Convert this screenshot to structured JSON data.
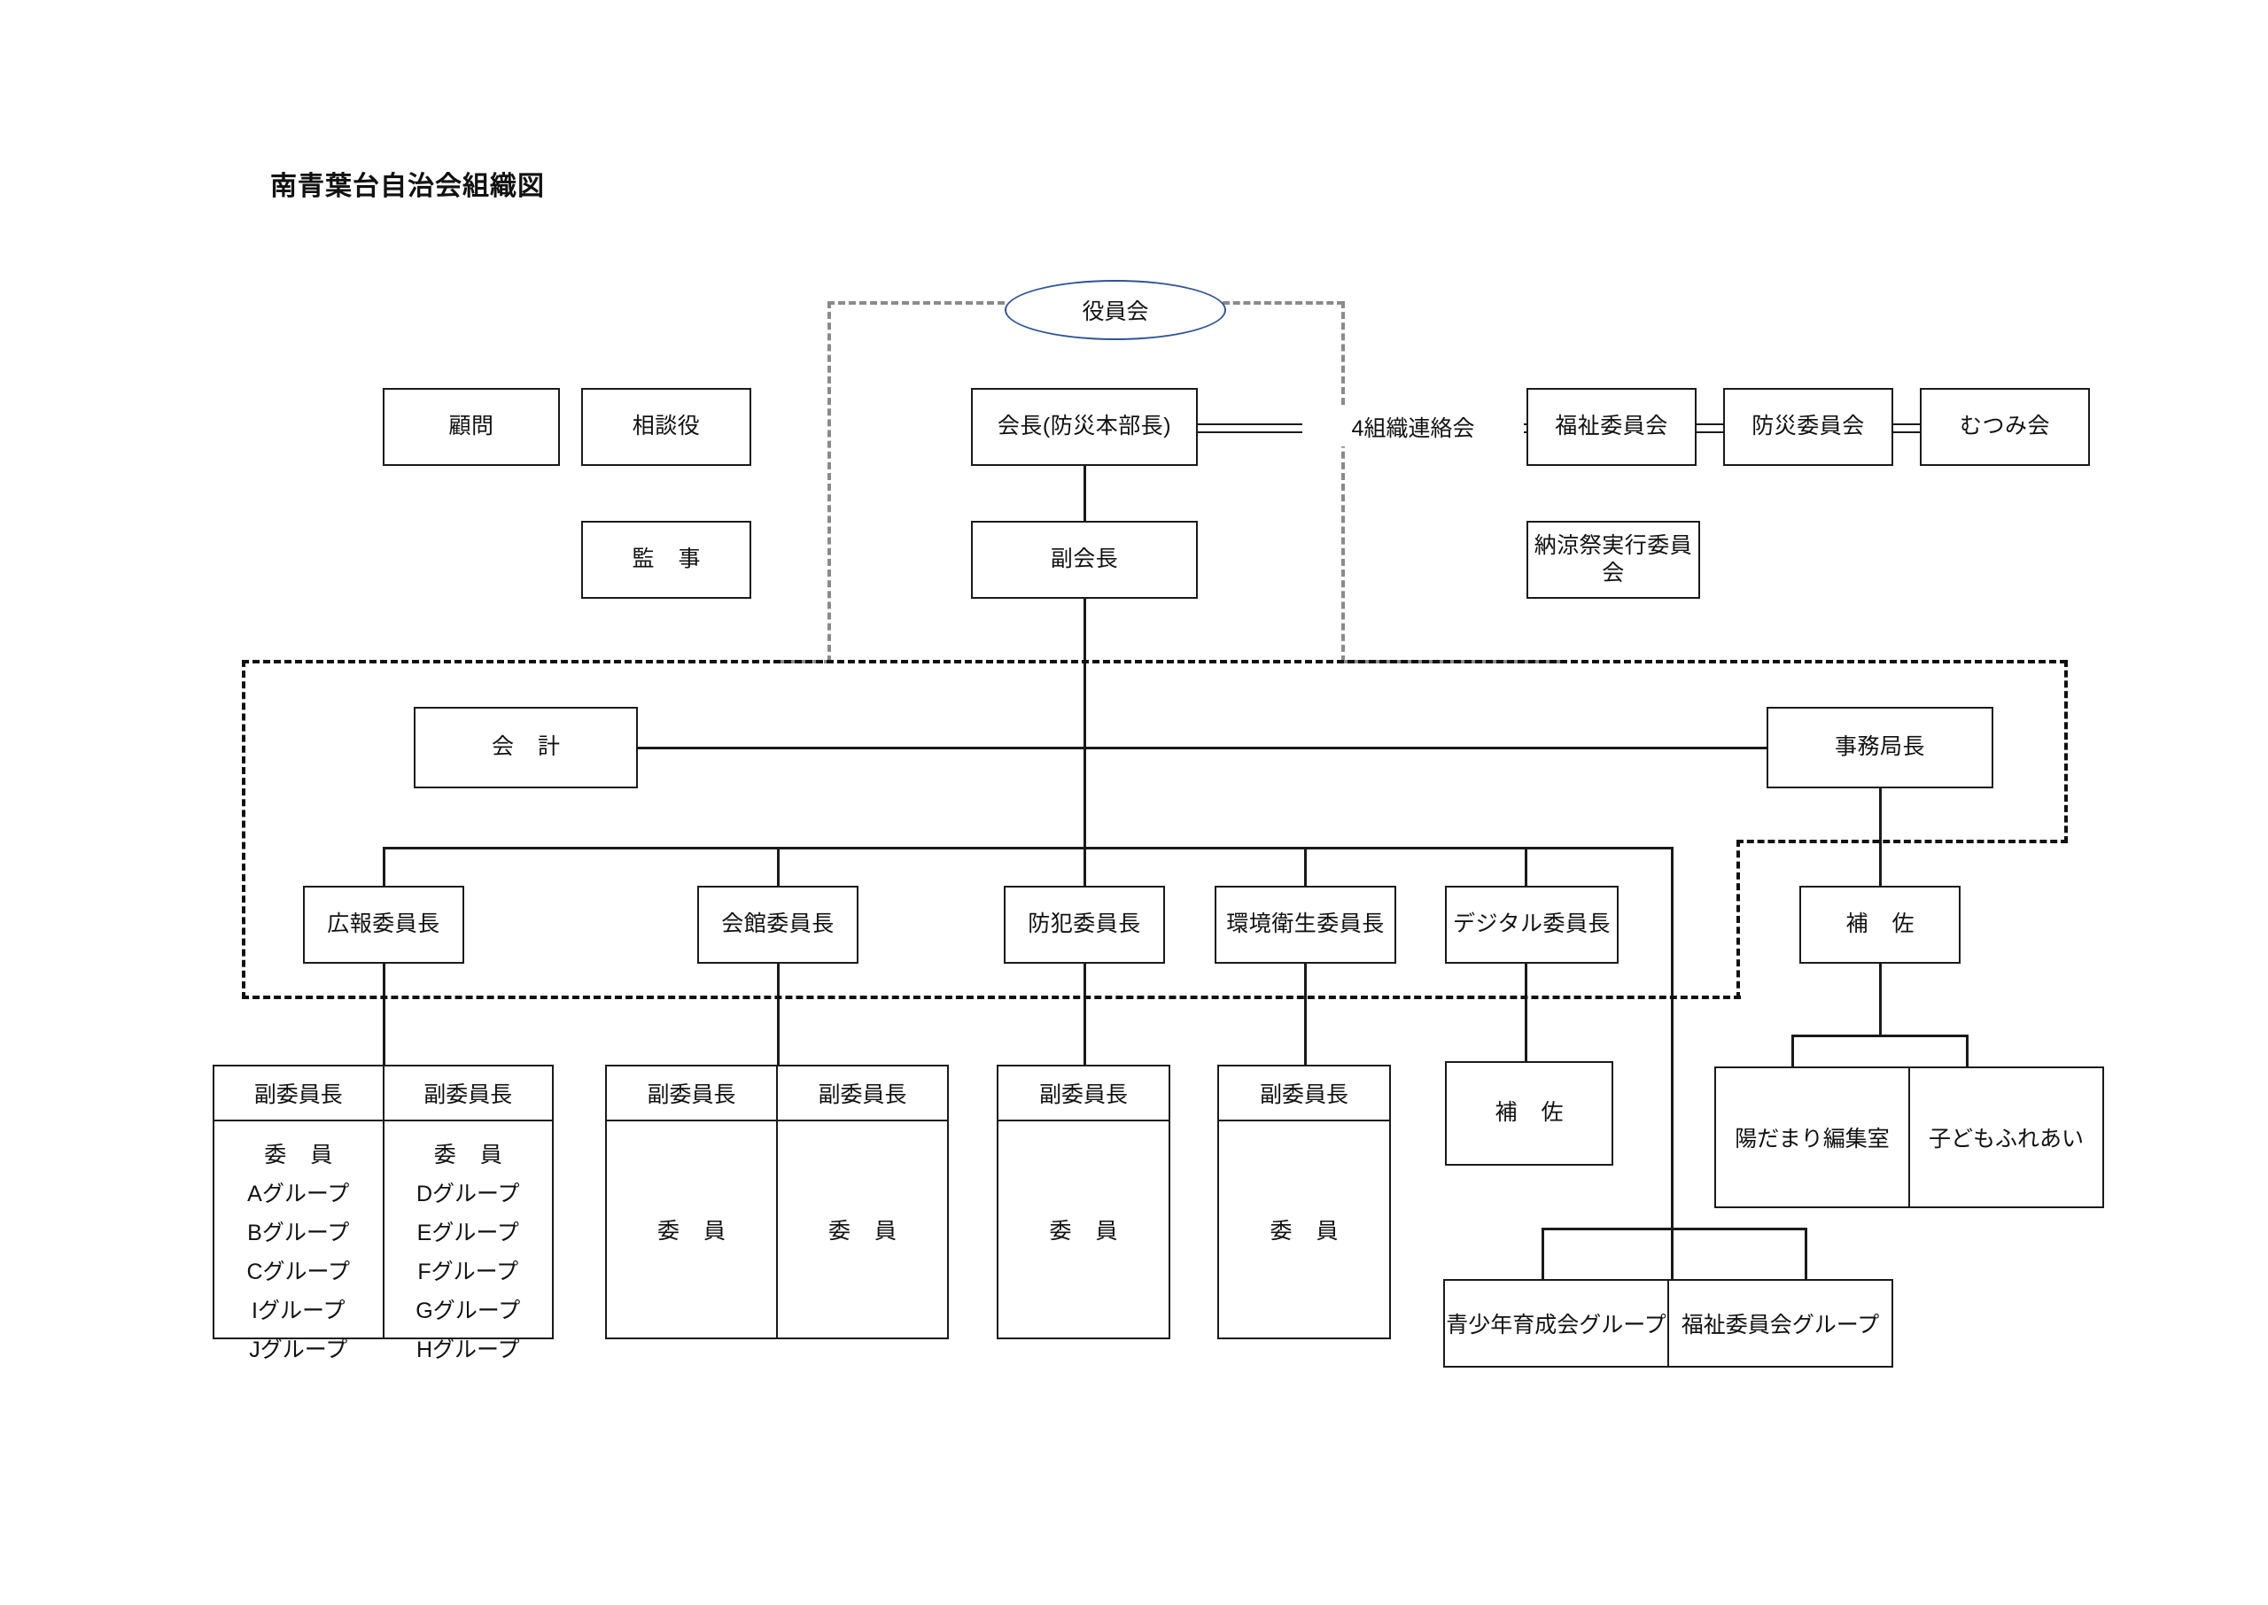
{
  "title": "南青葉台自治会組織図",
  "top": {
    "board_oval": "役員会"
  },
  "row_officers": {
    "advisor": "顧問",
    "counselor": "相談役",
    "president": "会長(防災本部長)",
    "liaison": "4組織連絡会",
    "welfare_committee": "福祉委員会",
    "disaster_committee": "防災委員会",
    "mutsumi": "むつみ会"
  },
  "row_second": {
    "auditor": "監 事",
    "vice_president": "副会長",
    "summer_festival": "納涼祭実行委員会"
  },
  "row_third": {
    "accounting": "会 計",
    "secretary_general": "事務局長"
  },
  "committee_chairs": [
    {
      "label": "広報委員長"
    },
    {
      "label": "会館委員長"
    },
    {
      "label": "防犯委員長"
    },
    {
      "label": "環境衛生委員長"
    },
    {
      "label": "デジタル委員長"
    }
  ],
  "secretariat": {
    "assistant": "補 佐",
    "sub_units": [
      "陽だまり編集室",
      "子どもふれあい"
    ]
  },
  "digital": {
    "assistant": "補 佐",
    "groups": [
      "青少年育成会グループ",
      "福祉委員会グループ"
    ]
  },
  "kouhou_table": {
    "columns": [
      {
        "head": "副委員長",
        "member_label": "委 員",
        "groups": [
          "Aグループ",
          "Bグループ",
          "Cグループ",
          "Iグループ",
          "Jグループ"
        ]
      },
      {
        "head": "副委員長",
        "member_label": "委 員",
        "groups": [
          "Dグループ",
          "Eグループ",
          "Fグループ",
          "Gグループ",
          "Hグループ"
        ]
      }
    ]
  },
  "kaikan_table": {
    "columns": [
      {
        "head": "副委員長",
        "member_label": "委 員"
      },
      {
        "head": "副委員長",
        "member_label": "委 員"
      }
    ]
  },
  "bouhan_table": {
    "columns": [
      {
        "head": "副委員長",
        "member_label": "委 員"
      }
    ]
  },
  "kankyou_table": {
    "columns": [
      {
        "head": "副委員長",
        "member_label": "委 員"
      }
    ]
  },
  "colors": {
    "line": "#1a1a1a",
    "oval_border": "#2f5496",
    "dash_black": "#111111",
    "dash_gray": "#8a8a8a",
    "background": "#ffffff"
  }
}
